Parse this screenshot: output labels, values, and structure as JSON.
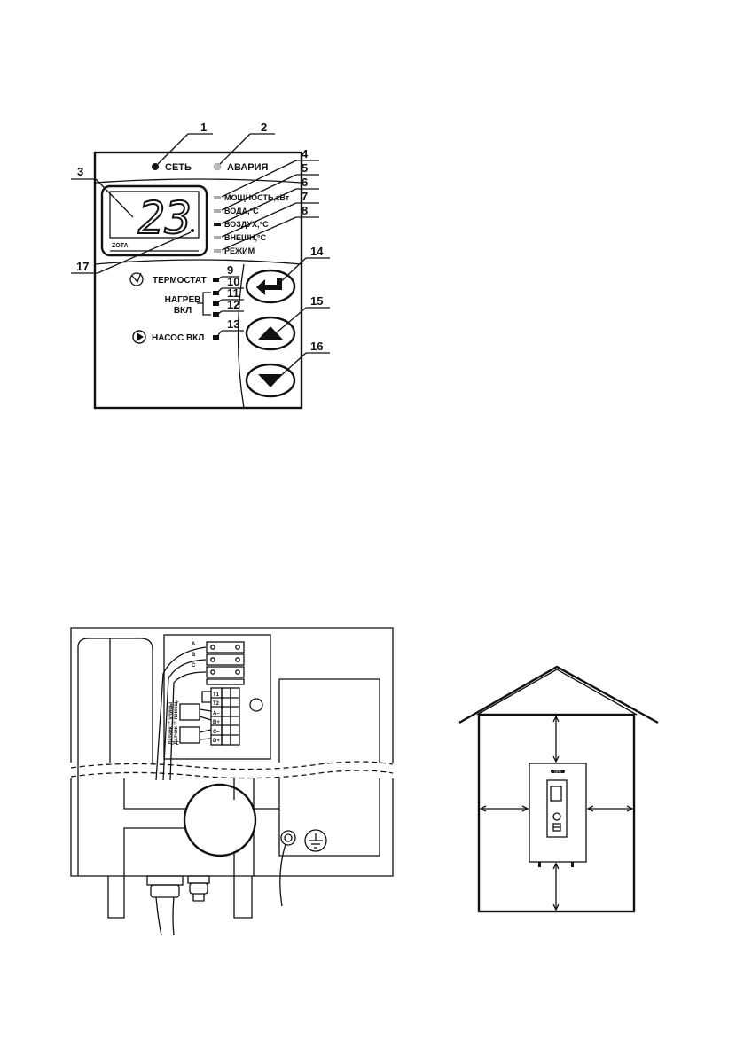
{
  "panel": {
    "indicators_top": [
      {
        "label": "СЕТЬ",
        "callout": "1"
      },
      {
        "label": "АВАРИЯ",
        "callout": "2"
      }
    ],
    "display": {
      "value": "23",
      "brand": "ZOTA",
      "callout": "3",
      "dot_callout": "17"
    },
    "mode_leds": [
      {
        "label": "МОЩНОСТЬ,кВт",
        "callout": "4"
      },
      {
        "label": "ВОДА,°С",
        "callout": "5"
      },
      {
        "label": "ВОЗДУХ,°С",
        "callout": "6"
      },
      {
        "label": "ВНЕШН,°С",
        "callout": "7"
      },
      {
        "label": "РЕЖИМ",
        "callout": "8"
      }
    ],
    "thermostat": {
      "label": "ТЕРМОСТАТ",
      "callout_a": "9",
      "callout_b": "10"
    },
    "heating": {
      "label_line1": "НАГРЕВ",
      "label_line2": "ВКЛ",
      "callout_a": "11",
      "callout_b": "12"
    },
    "pump": {
      "label": "НАСОС ВКЛ",
      "callout": "13"
    },
    "buttons": [
      {
        "name": "enter",
        "callout": "14"
      },
      {
        "name": "up",
        "callout": "15"
      },
      {
        "name": "down",
        "callout": "16"
      }
    ]
  },
  "wiring": {
    "phase_labels": [
      "A",
      "B",
      "C"
    ],
    "terminals": [
      "T1",
      "T2",
      "A–",
      "B+",
      "C–",
      "D+"
    ],
    "sensor_label_1": "Датчик t° улицы",
    "sensor_label_2": "Датчик t° помещ."
  },
  "house": {
    "boiler_brand": "ZOTA"
  }
}
